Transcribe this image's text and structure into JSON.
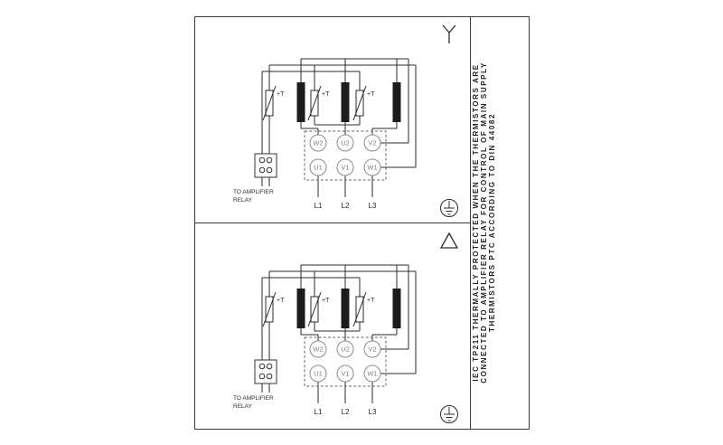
{
  "note_column": {
    "lines": [
      "IEC TP211 THERMALLY PROTECTED WHEN THE THERMISTORS ARE",
      "CONNECTED TO AMPLIFIER RELAY FOR CONTROL OF MAIN SUPPLY",
      "THERMISTORS PTC ACCORDING TO DIN 44082"
    ]
  },
  "halves": [
    {
      "connection": "star",
      "thermistor_labels": [
        "+T",
        "+T",
        "+T"
      ],
      "terminals_top": [
        "W2",
        "U2",
        "V2"
      ],
      "terminals_bottom": [
        "U1",
        "V1",
        "W1"
      ],
      "supply_lines": [
        "L1",
        "L2",
        "L3"
      ],
      "relay_label": [
        "TO AMPLIFIER",
        "RELAY"
      ]
    },
    {
      "connection": "delta",
      "thermistor_labels": [
        "+T",
        "+T",
        "+T"
      ],
      "terminals_top": [
        "W2",
        "U2",
        "V2"
      ],
      "terminals_bottom": [
        "U1",
        "V1",
        "W1"
      ],
      "supply_lines": [
        "L1",
        "L2",
        "L3"
      ],
      "relay_label": [
        "TO AMPLIFIER",
        "RELAY"
      ]
    }
  ],
  "colors": {
    "wire": "#2b2b2b",
    "winding_fill": "#1c1c1c",
    "terminal_stroke": "#8c8c8c",
    "terminal_text": "#7d7d7d",
    "dashed_box": "#666666",
    "frame": "#3a3a3a"
  }
}
